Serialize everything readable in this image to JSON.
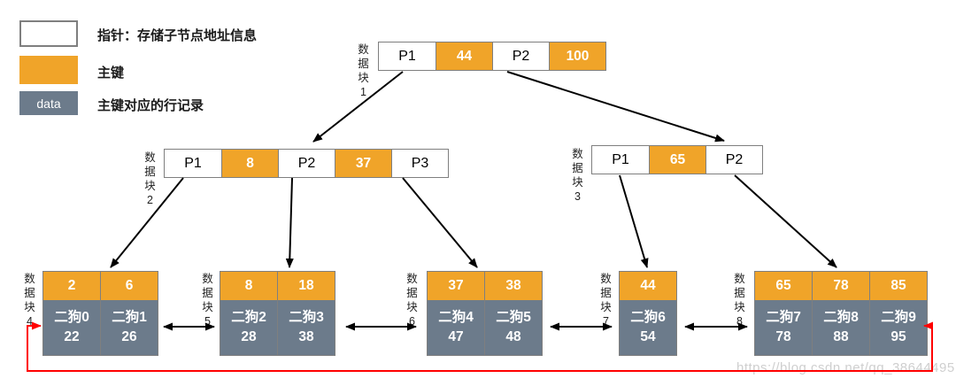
{
  "legend": {
    "pointer_label": "指针：存储子节点地址信息",
    "key_label": "主键",
    "data_label": "主键对应的行记录",
    "data_swatch_text": "data"
  },
  "colors": {
    "key_orange": "#f0a429",
    "record_gray": "#6c7b8b",
    "link_red": "#ff0000",
    "arrow_black": "#000000",
    "border_gray": "#7f7f7f"
  },
  "blocks": {
    "b1": {
      "label": "数据块",
      "number": "1",
      "cells": [
        {
          "text": "P1"
        },
        {
          "text": "44"
        },
        {
          "text": "P2"
        },
        {
          "text": "100"
        }
      ]
    },
    "b2": {
      "label": "数据块",
      "number": "2",
      "cells": [
        {
          "text": "P1"
        },
        {
          "text": "8"
        },
        {
          "text": "P2"
        },
        {
          "text": "37"
        },
        {
          "text": "P3"
        }
      ]
    },
    "b3": {
      "label": "数据块",
      "number": "3",
      "cells": [
        {
          "text": "P1"
        },
        {
          "text": "65"
        },
        {
          "text": "P2"
        }
      ]
    },
    "b4": {
      "label": "数据块",
      "number": "4",
      "cols": [
        {
          "key": "2",
          "name": "二狗0",
          "id": "22"
        },
        {
          "key": "6",
          "name": "二狗1",
          "id": "26"
        }
      ]
    },
    "b5": {
      "label": "数据块",
      "number": "5",
      "cols": [
        {
          "key": "8",
          "name": "二狗2",
          "id": "28"
        },
        {
          "key": "18",
          "name": "二狗3",
          "id": "38"
        }
      ]
    },
    "b6": {
      "label": "数据块",
      "number": "6",
      "cols": [
        {
          "key": "37",
          "name": "二狗4",
          "id": "47"
        },
        {
          "key": "38",
          "name": "二狗5",
          "id": "48"
        }
      ]
    },
    "b7": {
      "label": "数据块",
      "number": "7",
      "cols": [
        {
          "key": "44",
          "name": "二狗6",
          "id": "54"
        }
      ]
    },
    "b8": {
      "label": "数据块",
      "number": "8",
      "cols": [
        {
          "key": "65",
          "name": "二狗7",
          "id": "78"
        },
        {
          "key": "78",
          "name": "二狗8",
          "id": "88"
        },
        {
          "key": "85",
          "name": "二狗9",
          "id": "95"
        }
      ]
    }
  },
  "watermark": "https://blog.csdn.net/qq_38644495"
}
